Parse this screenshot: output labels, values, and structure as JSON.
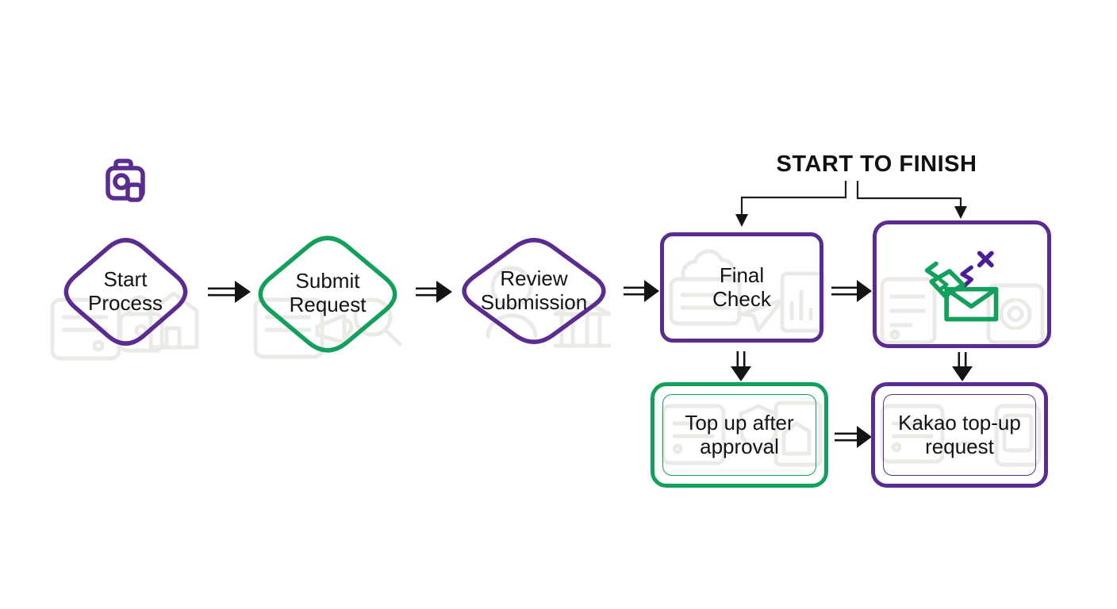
{
  "title": "START TO FINISH",
  "colors": {
    "purple": "#5B2C8F",
    "green": "#12A05C",
    "ink": "#141414"
  },
  "nodes": {
    "start": {
      "label": "Start Process",
      "shape": "diamond",
      "color": "purple"
    },
    "submit": {
      "label": "Submit Request",
      "shape": "diamond",
      "color": "green"
    },
    "review": {
      "label": "Review Submission",
      "shape": "diamond",
      "color": "purple"
    },
    "final": {
      "label": "Final Check",
      "shape": "rectangle",
      "color": "purple"
    },
    "payment": {
      "label": "",
      "shape": "rectangle",
      "color": "purple",
      "icon": "payment-doodle-icon"
    },
    "topup": {
      "label": "Top up after approval",
      "shape": "double-rectangle",
      "color": "green"
    },
    "kakao": {
      "label": "Kakao top-up request",
      "shape": "double-rectangle",
      "color": "purple"
    }
  },
  "icons": {
    "camera": "camera-icon",
    "payment": "payment-doodle-icon"
  },
  "flow": [
    "Start Process -> Submit Request -> Review Submission -> Final Check -> payment icon box",
    "Final Check -> Top up after approval -> Kakao top-up request",
    "payment icon box -> Kakao top-up request",
    "START TO FINISH branches to Final Check and payment icon box"
  ]
}
